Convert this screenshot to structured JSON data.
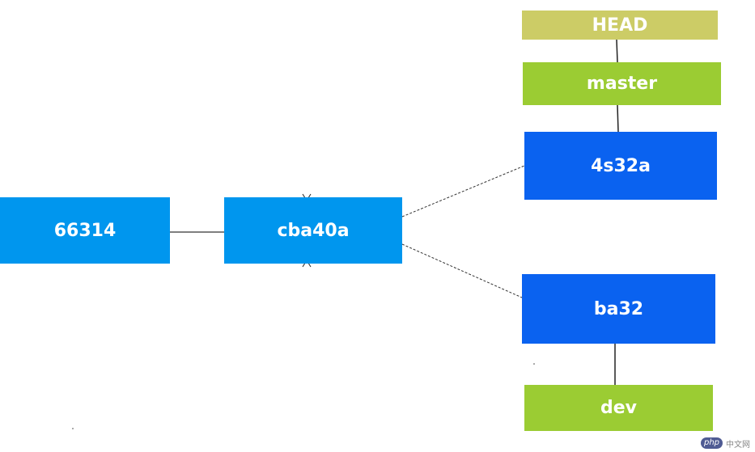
{
  "colors": {
    "commit_blue": "#0096ee",
    "commit_blue_dark": "#0a62f0",
    "branch_green": "#9bcc33",
    "head_olive": "#cccc66",
    "text_white": "#ffffff",
    "line": "#333333"
  },
  "commits": {
    "c1": {
      "id": "66314"
    },
    "c2": {
      "id": "cba40a"
    },
    "c3": {
      "id": "4s32a"
    },
    "c4": {
      "id": "ba32"
    }
  },
  "pointers": {
    "head": {
      "label": "HEAD"
    },
    "master": {
      "label": "master"
    },
    "dev": {
      "label": "dev"
    }
  },
  "watermark": {
    "logo": "php",
    "text": "中文网"
  }
}
